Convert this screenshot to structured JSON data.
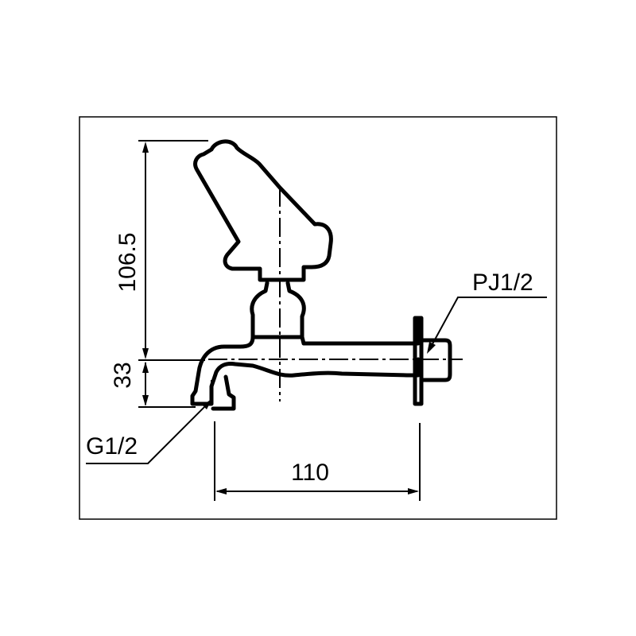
{
  "dimensions": {
    "height_upper": "106.5",
    "height_lower": "33",
    "width": "110"
  },
  "callouts": {
    "outlet_thread": "PJ1/2",
    "inlet_thread": "G1/2"
  }
}
